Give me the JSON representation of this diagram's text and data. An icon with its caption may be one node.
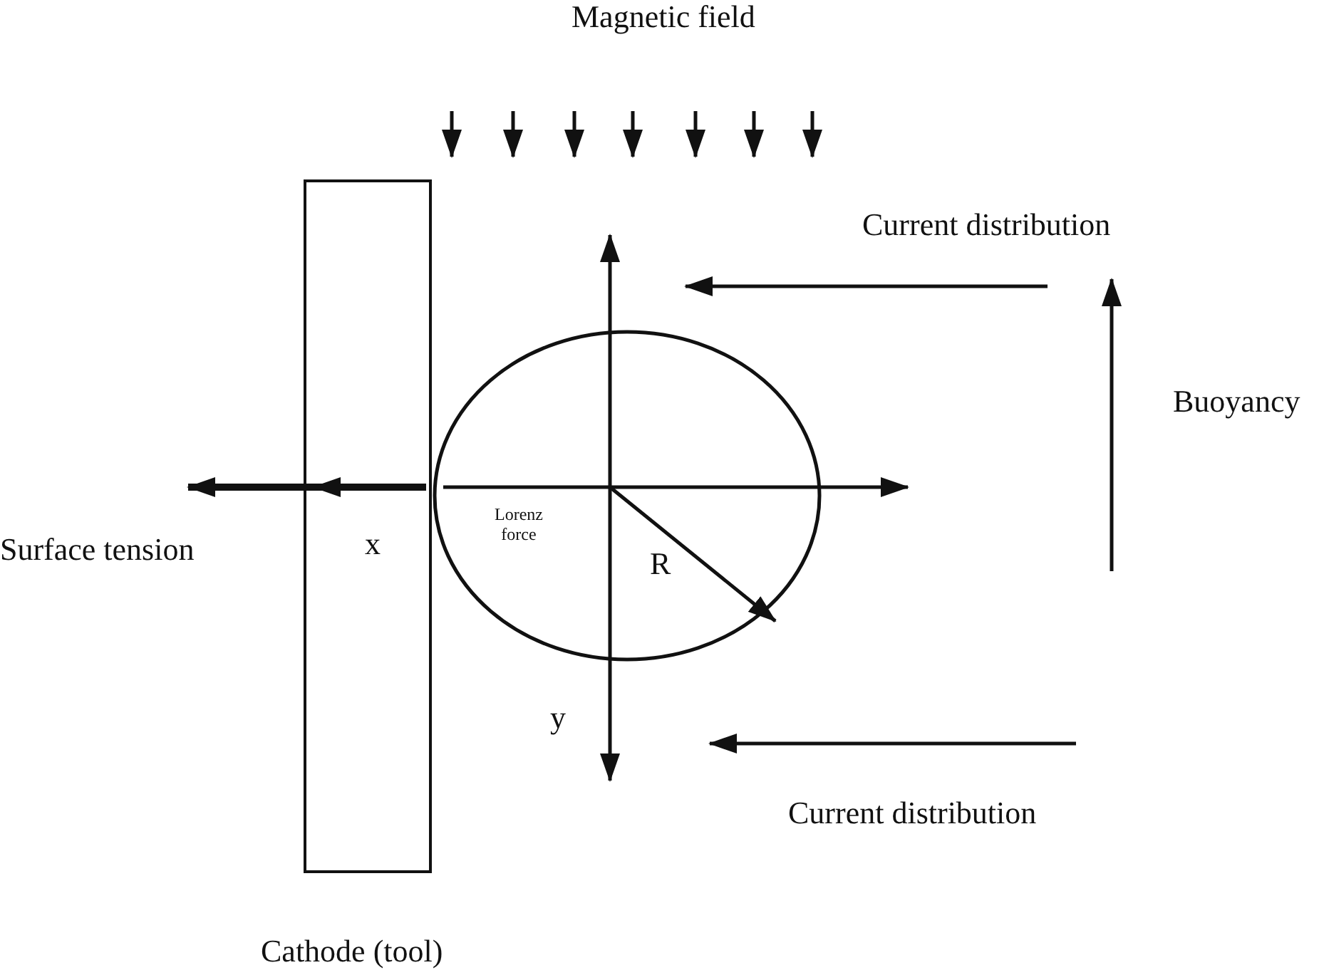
{
  "diagram": {
    "nodes": [
      {
        "text": [
          "Cathode (tool)"
        ]
      },
      {
        "text": [],
        "shape": "circle"
      }
    ],
    "labels": [
      "Magnetic field",
      "Current distribution",
      "Buoyancy",
      "Surface tension",
      "x",
      "Lorenz force",
      "R",
      "y",
      "Current distribution"
    ]
  }
}
